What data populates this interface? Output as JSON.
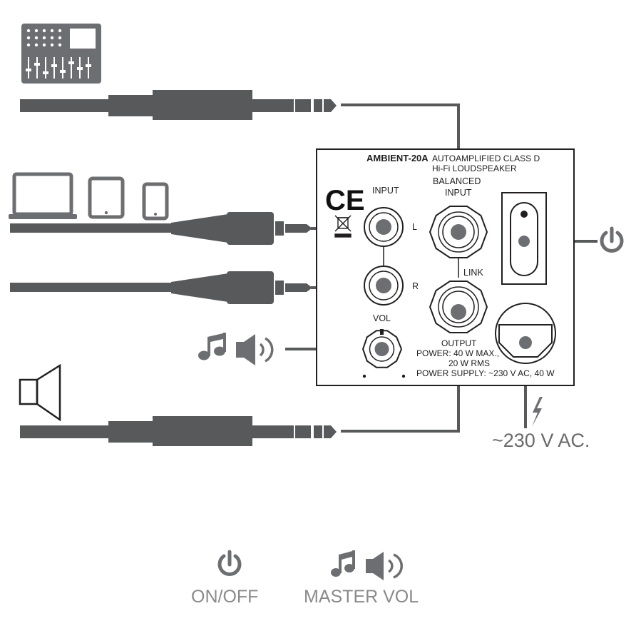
{
  "panel": {
    "model": "AMBIENT-20A",
    "subtitle_1": "AUTOAMPLIFIED CLASS D",
    "subtitle_2": "Hi-Fi LOUDSPEAKER",
    "ce_mark": "CE",
    "input_label": "INPUT",
    "left_label": "L",
    "right_label": "R",
    "balanced_label_1": "BALANCED",
    "balanced_label_2": "INPUT",
    "link_label": "LINK",
    "vol_label": "VOL",
    "output_label": "OUTPUT",
    "spec_1": "POWER: 40 W MAX.,",
    "spec_2": "20 W RMS",
    "spec_3": "POWER SUPPLY: ~230 V AC, 40 W"
  },
  "mains_label": "~230 V AC.",
  "legend": {
    "onoff_label": "ON/OFF",
    "master_vol_label": "MASTER VOL"
  },
  "colors": {
    "cable": "#58595b",
    "device": "#6d6e71",
    "outline": "#231f20",
    "legend_text": "#8a8a8a"
  },
  "icons": [
    "mixer-icon",
    "laptop-icon",
    "tablet-icon",
    "phone-icon",
    "speaker-icon",
    "music-note-icon",
    "volume-icon",
    "power-icon",
    "lightning-icon",
    "weee-bin-icon"
  ]
}
